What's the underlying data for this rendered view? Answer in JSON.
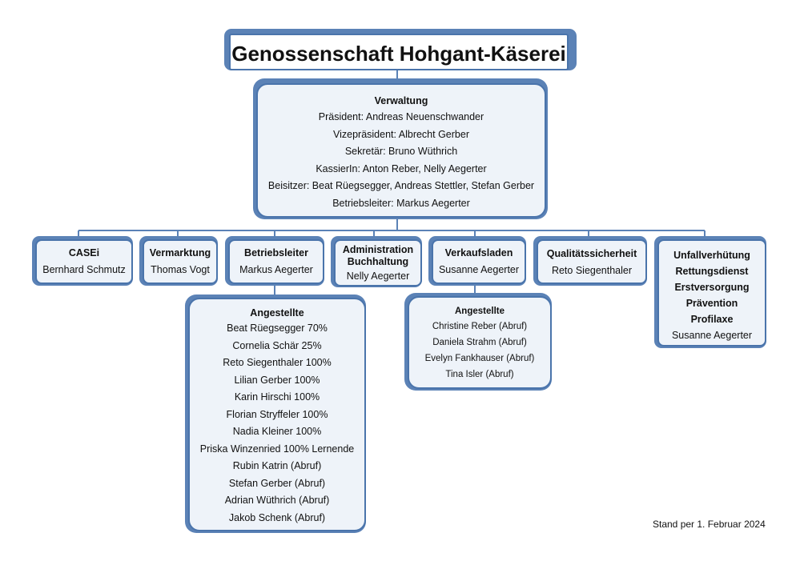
{
  "title": "Genossenschaft Hohgant-Käserei",
  "verwaltung": {
    "heading": "Verwaltung",
    "lines": [
      "Präsident: Andreas Neuenschwander",
      "Vizepräsident: Albrecht Gerber",
      "Sekretär: Bruno Wüthrich",
      "KassierIn: Anton Reber, Nelly Aegerter",
      "Beisitzer: Beat Rüegsegger, Andreas Stettler, Stefan Gerber",
      "Betriebsleiter: Markus Aegerter"
    ]
  },
  "departments": [
    {
      "title": "CASEi",
      "person": "Bernhard Schmutz"
    },
    {
      "title": "Vermarktung",
      "person": "Thomas Vogt"
    },
    {
      "title": "Betriebsleiter",
      "person": "Markus Aegerter"
    },
    {
      "title": "Administration",
      "title2": "Buchhaltung",
      "person": "Nelly Aegerter"
    },
    {
      "title": "Verkaufsladen",
      "person": "Susanne Aegerter"
    },
    {
      "title": "Qualitätssicherheit",
      "person": "Reto Siegenthaler"
    },
    {
      "titles": [
        "Unfallverhütung",
        "Rettungsdienst",
        "Erstversorgung",
        "Prävention",
        "Profilaxe"
      ],
      "person": "Susanne Aegerter"
    }
  ],
  "angestellte_betrieb": {
    "heading": "Angestellte",
    "lines": [
      "Beat Rüegsegger 70%",
      "Cornelia Schär 25%",
      "Reto Siegenthaler 100%",
      "Lilian Gerber 100%",
      "Karin Hirschi 100%",
      "Florian Stryffeler 100%",
      "Nadia Kleiner 100%",
      "Priska Winzenried 100% Lernende",
      "Rubin Katrin (Abruf)",
      "Stefan Gerber (Abruf)",
      "Adrian Wüthrich (Abruf)",
      "Jakob Schenk (Abruf)"
    ]
  },
  "angestellte_laden": {
    "heading": "Angestellte",
    "lines": [
      "Christine Reber (Abruf)",
      "Daniela Strahm (Abruf)",
      "Evelyn Fankhauser (Abruf)",
      "Tina Isler (Abruf)"
    ]
  },
  "footer": "Stand per 1. Februar 2024",
  "colors": {
    "border": "#4a74ab",
    "fill": "#eef3f9",
    "shadow": "#5b82b6"
  }
}
